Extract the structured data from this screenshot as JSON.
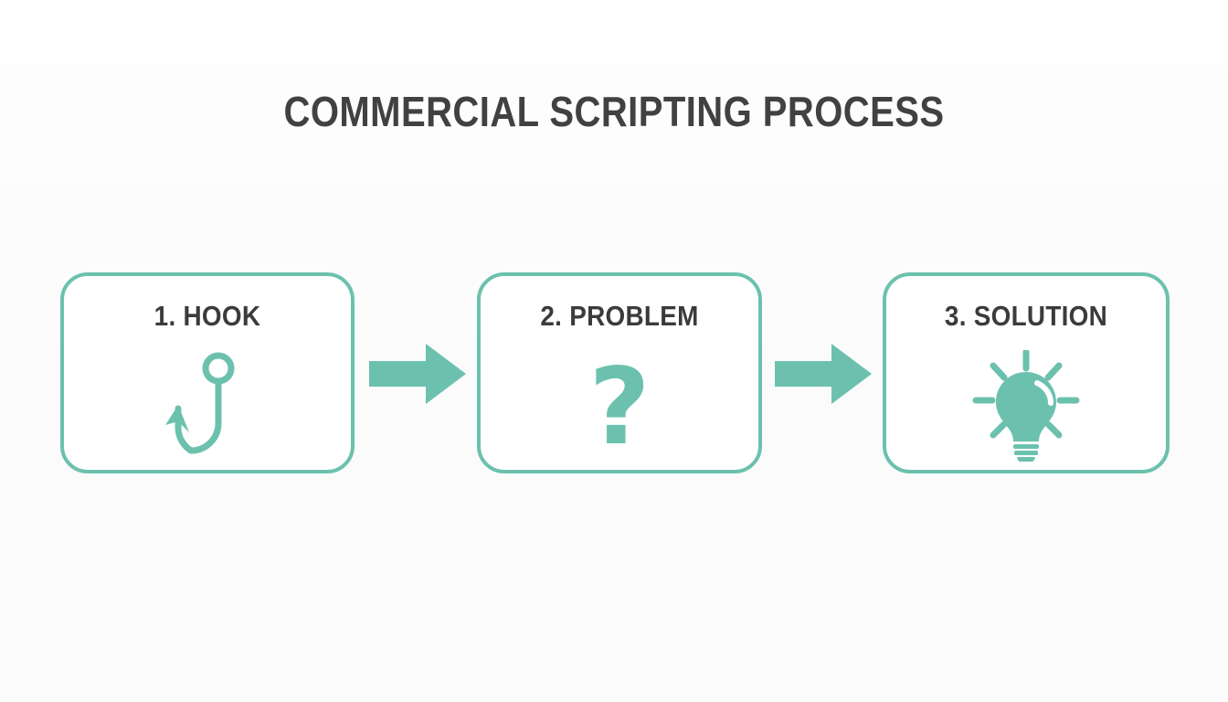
{
  "page": {
    "title": "COMMERCIAL SCRIPTING PROCESS",
    "background_color": "#FDFDFD",
    "accent_color": "#6CC1AE",
    "text_color": "#3B3B3B"
  },
  "flow": {
    "steps": [
      {
        "label": "1. HOOK",
        "icon": "fishing-hook-icon"
      },
      {
        "label": "2. PROBLEM",
        "icon": "question-mark-icon",
        "glyph": "?"
      },
      {
        "label": "3. SOLUTION",
        "icon": "lightbulb-icon"
      }
    ],
    "connectors": [
      {
        "icon": "arrow-right-icon"
      },
      {
        "icon": "arrow-right-icon"
      }
    ]
  }
}
